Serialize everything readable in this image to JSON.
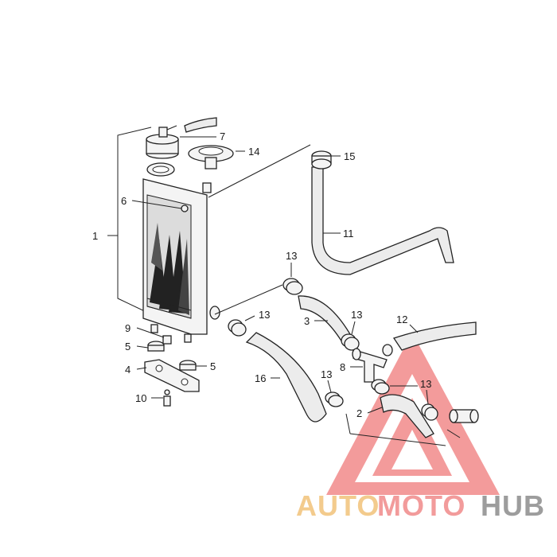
{
  "diagram": {
    "callouts": [
      {
        "id": "c1",
        "label": "1"
      },
      {
        "id": "c2",
        "label": "2"
      },
      {
        "id": "c3",
        "label": "3"
      },
      {
        "id": "c4",
        "label": "4"
      },
      {
        "id": "c5a",
        "label": "5"
      },
      {
        "id": "c5b",
        "label": "5"
      },
      {
        "id": "c6",
        "label": "6"
      },
      {
        "id": "c7",
        "label": "7"
      },
      {
        "id": "c8",
        "label": "8"
      },
      {
        "id": "c9",
        "label": "9"
      },
      {
        "id": "c10",
        "label": "10"
      },
      {
        "id": "c11",
        "label": "11"
      },
      {
        "id": "c12",
        "label": "12"
      },
      {
        "id": "c13a",
        "label": "13"
      },
      {
        "id": "c13b",
        "label": "13"
      },
      {
        "id": "c13c",
        "label": "13"
      },
      {
        "id": "c13d",
        "label": "13"
      },
      {
        "id": "c13e",
        "label": "13"
      },
      {
        "id": "c14",
        "label": "14"
      },
      {
        "id": "c15",
        "label": "15"
      },
      {
        "id": "c16",
        "label": "16"
      }
    ]
  },
  "watermark": {
    "part1": "AUTO",
    "part2": "MOTO",
    "part3": "HUB",
    "color_auto": "#f2c27a",
    "color_moto": "#f08a8a",
    "color_hub": "#8c8c8c",
    "triangle_color": "#f07a7a"
  }
}
